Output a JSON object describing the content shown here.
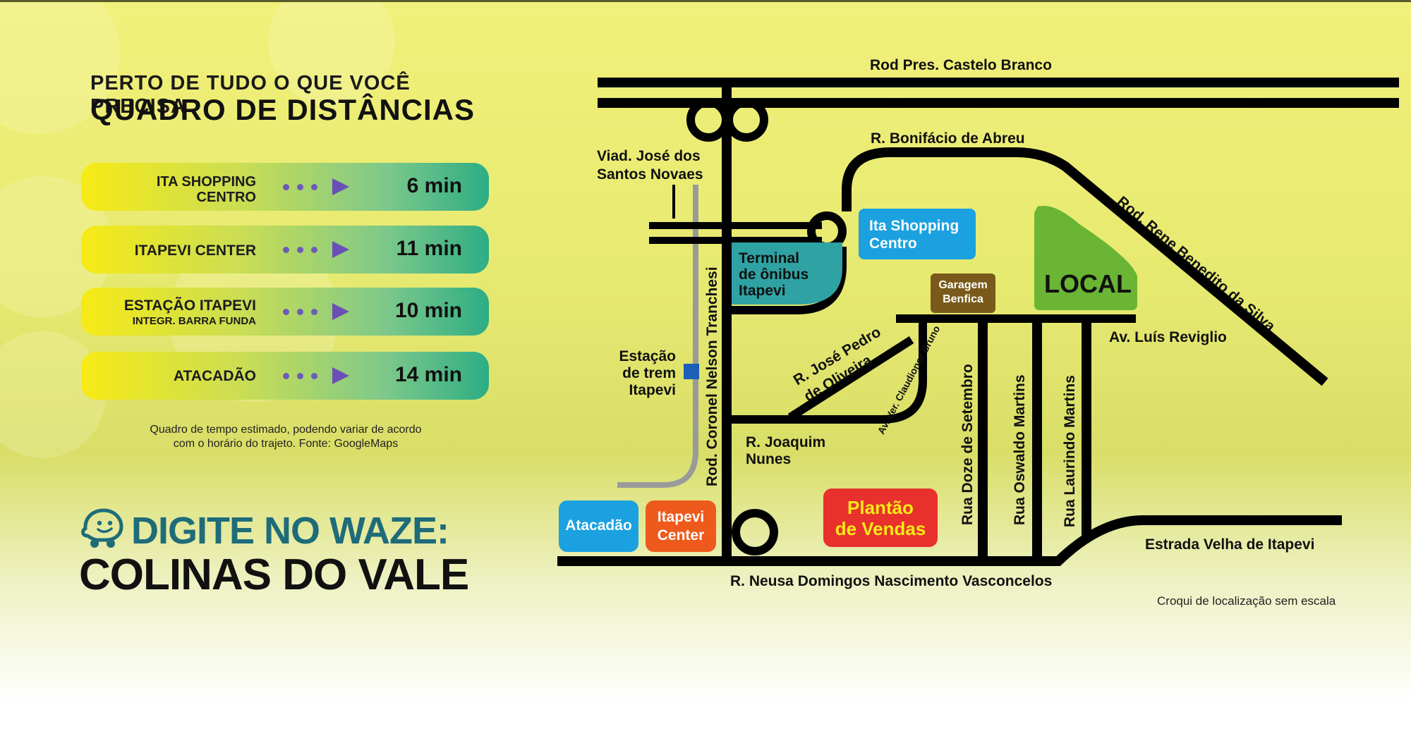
{
  "header": {
    "line1": "PERTO DE TUDO O QUE VOCÊ PRECISA",
    "line2": "QUADRO DE DISTÂNCIAS"
  },
  "distances": [
    {
      "label_line1": "ITA SHOPPING",
      "label_line2": "CENTRO",
      "time": "6 min"
    },
    {
      "label_line1": "ITAPEVI CENTER",
      "label_line2": "",
      "time": "11 min"
    },
    {
      "label_line1": "ESTAÇÃO ITAPEVI",
      "label_line2": "INTEGR. BARRA FUNDA",
      "time": "10 min"
    },
    {
      "label_line1": "ATACADÃO",
      "label_line2": "",
      "time": "14 min"
    }
  ],
  "note": {
    "line1": "Quadro de tempo estimado, podendo variar de acordo",
    "line2": "com o horário do trajeto. Fonte: GoogleMaps"
  },
  "waze": {
    "line1": "DIGITE NO WAZE:",
    "line2": "COLINAS DO VALE",
    "icon": "waze-icon"
  },
  "map": {
    "roads": {
      "castelo_branco": "Rod Pres. Castelo Branco",
      "bonifacio": "R. Bonifácio de Abreu",
      "viaduto_l1": "Viad. José dos",
      "viaduto_l2": "Santos Novaes",
      "rene_benedito": "Rod. Rene Benedito da Silva",
      "luis_reviglio": "Av. Luís Reviglio",
      "jose_pedro_l1": "R. José Pedro",
      "jose_pedro_l2": "de Oliveira",
      "claudionor": "Av. Ver. Claudionor Bruno",
      "nelson_tranchesi": "Rod. Coronel Nelson Tranchesi",
      "joaquim_l1": "R. Joaquim",
      "joaquim_l2": "Nunes",
      "doze_setembro": "Rua Doze de Setembro",
      "oswaldo": "Rua Oswaldo Martins",
      "laurindo": "Rua Laurindo Martins",
      "estrada_velha": "Estrada Velha de Itapevi",
      "neusa": "R. Neusa Domingos Nascimento Vasconcelos"
    },
    "station_l1": "Estação",
    "station_l2": "de trem",
    "station_l3": "Itapevi",
    "places": {
      "terminal_l1": "Terminal",
      "terminal_l2": "de ônibus",
      "terminal_l3": "Itapevi",
      "ita_shopping_l1": "Ita Shopping",
      "ita_shopping_l2": "Centro",
      "garagem_l1": "Garagem",
      "garagem_l2": "Benfica",
      "local": "LOCAL",
      "atacadao": "Atacadão",
      "itapevi_center_l1": "Itapevi",
      "itapevi_center_l2": "Center",
      "plantao_l1": "Plantão",
      "plantao_l2": "de Vendas"
    },
    "caption": "Croqui de localização sem escala",
    "colors": {
      "road": "#000000",
      "rail": "#9a9a9a",
      "terminal": "#2fa3a3",
      "ita_shopping": "#1ba0e0",
      "garagem": "#7a5a1a",
      "local": "#6ab533",
      "atacadao": "#1ba0e0",
      "itapevi_center": "#ee5a1c",
      "plantao": "#e8302c",
      "plantao_text": "#f7ea16"
    }
  }
}
